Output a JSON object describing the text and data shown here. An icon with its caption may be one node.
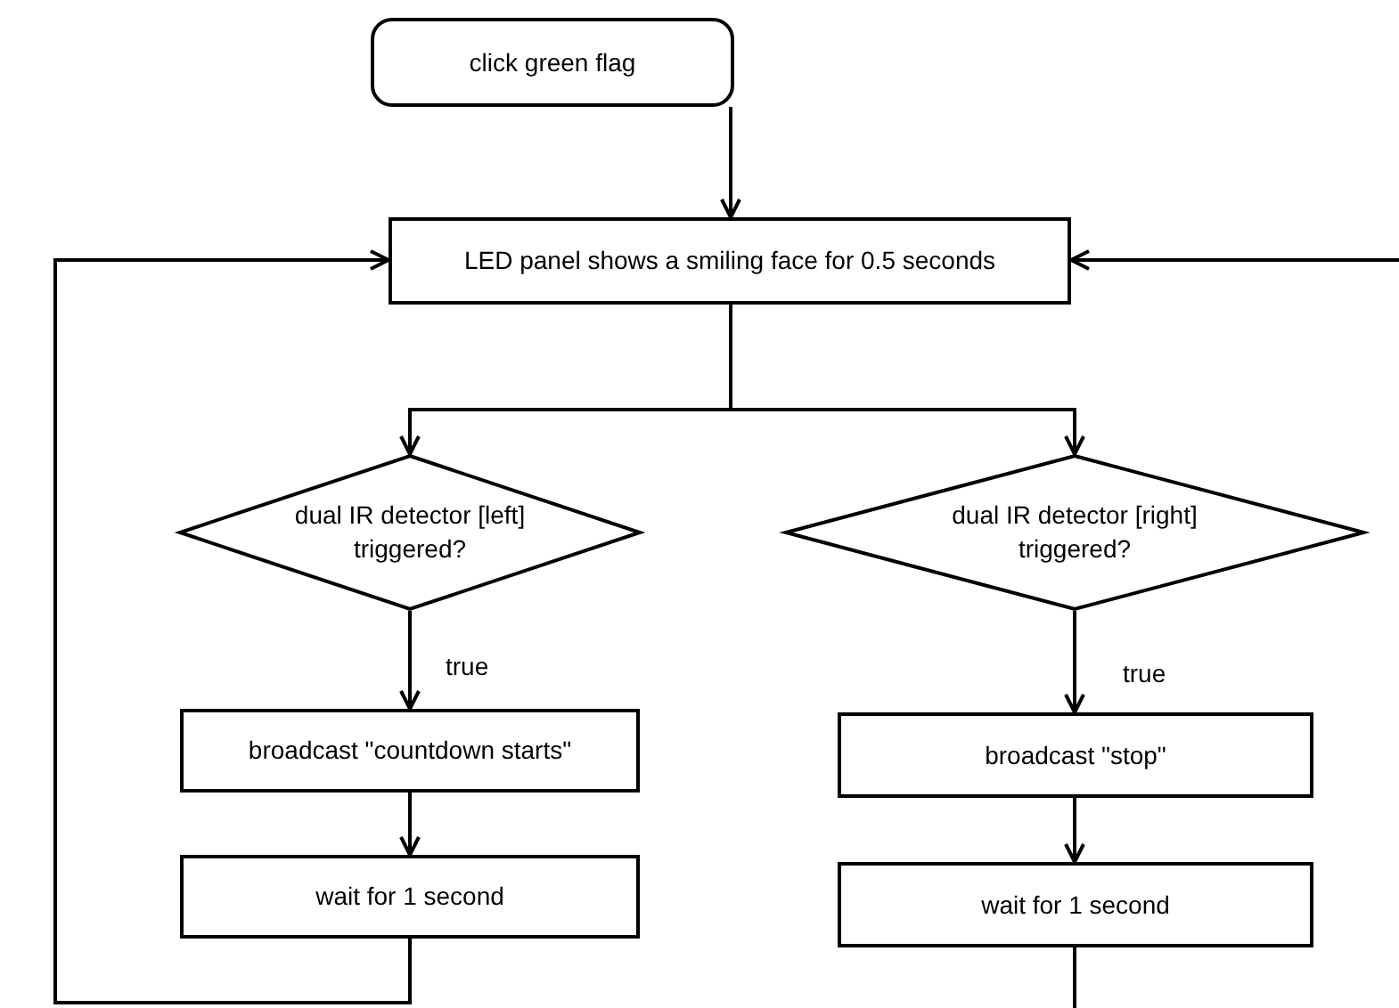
{
  "diagram": {
    "nodes": [
      {
        "text": [
          "click green flag"
        ]
      },
      {
        "text": [
          "LED panel shows a smiling face for 0.5 seconds"
        ]
      },
      {
        "text": [
          "dual IR detector [left] triggered?"
        ]
      },
      {
        "text": [
          "dual IR detector [right] triggered?"
        ]
      },
      {
        "text": [
          "broadcast \"countdown starts\""
        ]
      },
      {
        "text": [
          "wait for 1 second"
        ]
      },
      {
        "text": [
          "broadcast \"stop\""
        ]
      },
      {
        "text": [
          "wait for 1 second"
        ]
      }
    ],
    "edges": [
      {
        "from": 0,
        "to": 1,
        "arrow": "to"
      },
      {
        "from": 1,
        "to": 2,
        "arrow": "to"
      },
      {
        "from": 1,
        "to": 3,
        "arrow": "to"
      },
      {
        "from": 2,
        "to": 4,
        "arrow": "to",
        "label": "true"
      },
      {
        "from": 3,
        "to": 6,
        "arrow": "to",
        "label": "true"
      },
      {
        "from": 4,
        "to": 5,
        "arrow": "to"
      },
      {
        "from": 6,
        "to": 7,
        "arrow": "to"
      },
      {
        "from": 5,
        "to": 1,
        "arrow": "to"
      },
      {
        "from": 7,
        "to": null,
        "arrow": "none"
      },
      {
        "from": null,
        "to": 1,
        "arrow": "to"
      }
    ]
  }
}
